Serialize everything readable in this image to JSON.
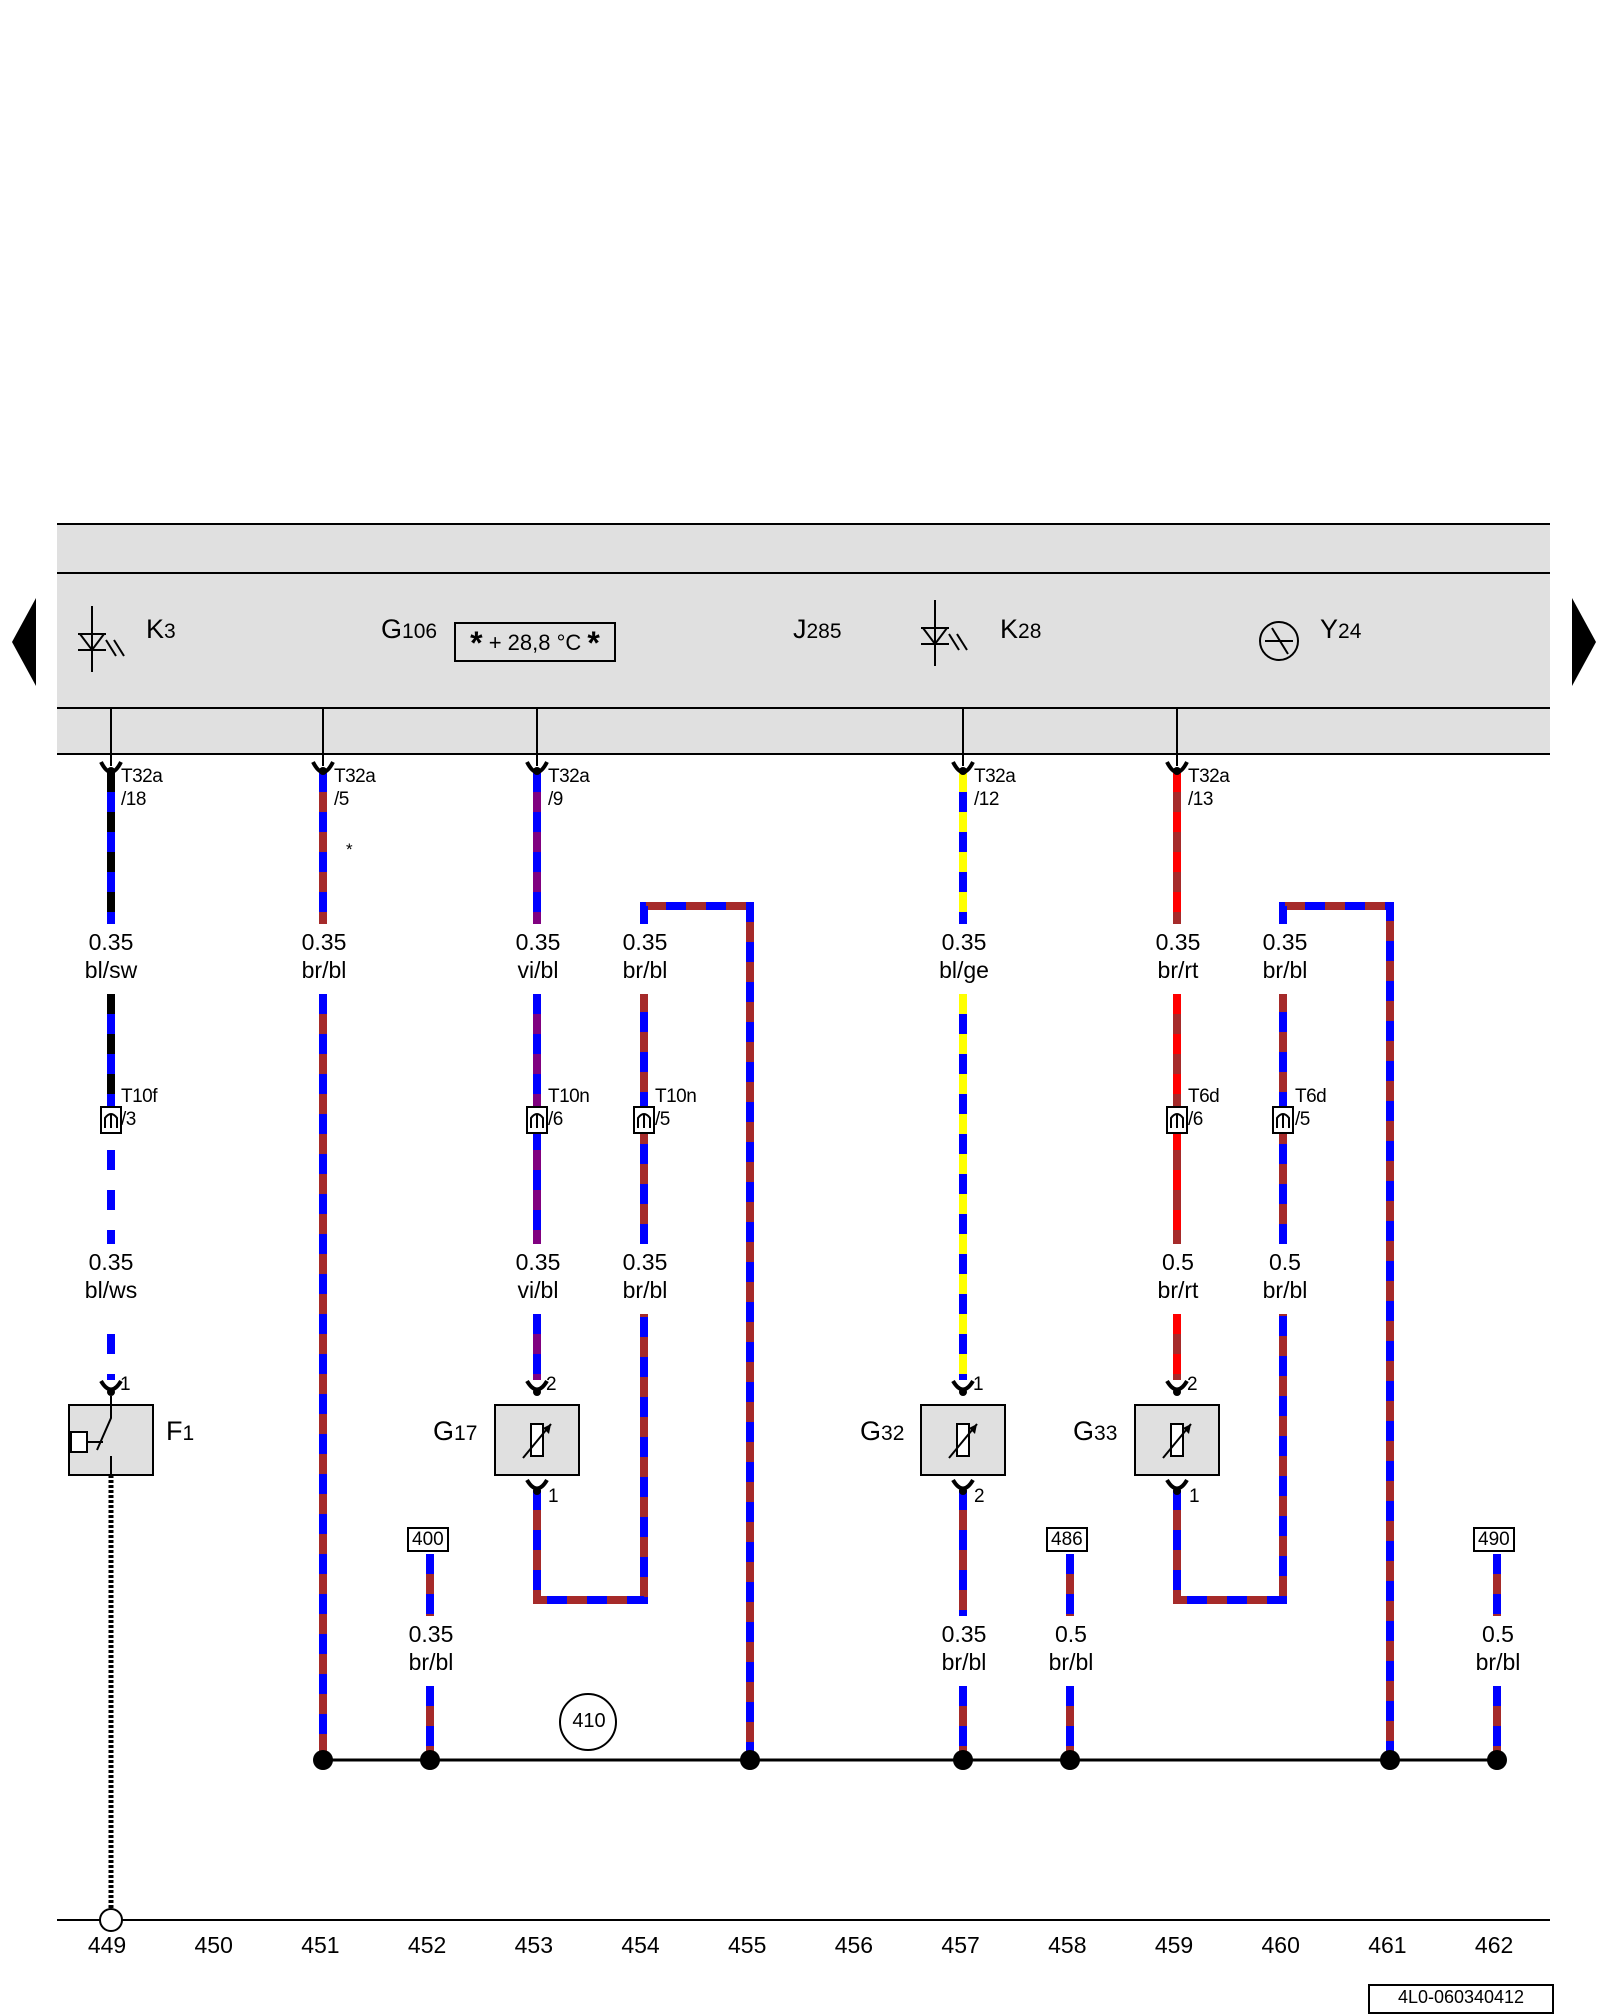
{
  "components": {
    "K3": {
      "letter": "K",
      "num": "3"
    },
    "G106": {
      "letter": "G",
      "num": "106"
    },
    "J285": {
      "letter": "J",
      "num": "285"
    },
    "K28": {
      "letter": "K",
      "num": "28"
    },
    "Y24": {
      "letter": "Y",
      "num": "24"
    },
    "F1": {
      "letter": "F",
      "num": "1"
    },
    "G17": {
      "letter": "G",
      "num": "17"
    },
    "G32": {
      "letter": "G",
      "num": "32"
    },
    "G33": {
      "letter": "G",
      "num": "33"
    }
  },
  "display_text": "+ 28,8 °C",
  "display_star": "*",
  "asterisk": "*",
  "connectors": {
    "t32a_18": {
      "name": "T32a",
      "pin": "/18"
    },
    "t32a_5": {
      "name": "T32a",
      "pin": "/5"
    },
    "t32a_9": {
      "name": "T32a",
      "pin": "/9"
    },
    "t32a_12": {
      "name": "T32a",
      "pin": "/12"
    },
    "t32a_13": {
      "name": "T32a",
      "pin": "/13"
    },
    "t10f_3": {
      "name": "T10f",
      "pin": "/3"
    },
    "t10n_6": {
      "name": "T10n",
      "pin": "/6"
    },
    "t10n_5": {
      "name": "T10n",
      "pin": "/5"
    },
    "t6d_6": {
      "name": "T6d",
      "pin": "/6"
    },
    "t6d_5": {
      "name": "T6d",
      "pin": "/5"
    }
  },
  "pins": {
    "f1_top": "1",
    "g17_top": "2",
    "g17_bottom": "1",
    "g32_top": "1",
    "g32_bottom": "2",
    "g33_top": "2",
    "g33_bottom": "1"
  },
  "wires": [
    {
      "id": "w1",
      "size": "0.35",
      "color": "bl/sw"
    },
    {
      "id": "w2",
      "size": "0.35",
      "color": "br/bl"
    },
    {
      "id": "w3",
      "size": "0.35",
      "color": "vi/bl"
    },
    {
      "id": "w4",
      "size": "0.35",
      "color": "br/bl"
    },
    {
      "id": "w5",
      "size": "0.35",
      "color": "bl/ge"
    },
    {
      "id": "w6",
      "size": "0.35",
      "color": "br/rt"
    },
    {
      "id": "w7",
      "size": "0.35",
      "color": "br/bl"
    },
    {
      "id": "w8",
      "size": "0.35",
      "color": "bl/ws"
    },
    {
      "id": "w9",
      "size": "0.35",
      "color": "vi/bl"
    },
    {
      "id": "w10",
      "size": "0.35",
      "color": "br/bl"
    },
    {
      "id": "w11",
      "size": "0.5",
      "color": "br/rt"
    },
    {
      "id": "w12",
      "size": "0.5",
      "color": "br/bl"
    },
    {
      "id": "w13",
      "size": "0.35",
      "color": "br/bl"
    },
    {
      "id": "w14",
      "size": "0.35",
      "color": "br/bl"
    },
    {
      "id": "w15",
      "size": "0.5",
      "color": "br/bl"
    },
    {
      "id": "w16",
      "size": "0.5",
      "color": "br/bl"
    }
  ],
  "references": {
    "r400": "400",
    "r486": "486",
    "r490": "490",
    "r410": "410"
  },
  "track_numbers": [
    "449",
    "450",
    "451",
    "452",
    "453",
    "454",
    "455",
    "456",
    "457",
    "458",
    "459",
    "460",
    "461",
    "462"
  ],
  "footer_code": "4L0-060340412",
  "colors": {
    "blue": "#0000ff",
    "brown": "#a52a2a",
    "black": "#000000",
    "yellow": "#ffff00",
    "red": "#ff0000",
    "violet": "#800080",
    "white": "#ffffff",
    "panel": "#e0e0e0"
  }
}
